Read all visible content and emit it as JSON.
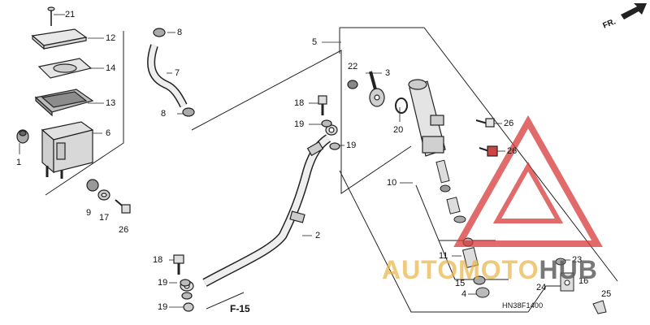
{
  "diagram": {
    "reference_code": "HN38F1400",
    "page_ref": "F-15",
    "direction_label": "FR.",
    "callouts": [
      {
        "id": "c21a",
        "text": "21"
      },
      {
        "id": "c12",
        "text": "12"
      },
      {
        "id": "c14",
        "text": "14"
      },
      {
        "id": "c13",
        "text": "13"
      },
      {
        "id": "c6",
        "text": "6"
      },
      {
        "id": "c1",
        "text": "1"
      },
      {
        "id": "c9",
        "text": "9"
      },
      {
        "id": "c17",
        "text": "17"
      },
      {
        "id": "c26a",
        "text": "26"
      },
      {
        "id": "c8a",
        "text": "8"
      },
      {
        "id": "c7",
        "text": "7"
      },
      {
        "id": "c8b",
        "text": "8"
      },
      {
        "id": "c5",
        "text": "5"
      },
      {
        "id": "c22",
        "text": "22"
      },
      {
        "id": "c3",
        "text": "3"
      },
      {
        "id": "c18a",
        "text": "18"
      },
      {
        "id": "c19a",
        "text": "19"
      },
      {
        "id": "c19b",
        "text": "19"
      },
      {
        "id": "c20",
        "text": "20"
      },
      {
        "id": "c26b",
        "text": "26"
      },
      {
        "id": "c26c",
        "text": "26"
      },
      {
        "id": "c10",
        "text": "10"
      },
      {
        "id": "c2",
        "text": "2"
      },
      {
        "id": "c18b",
        "text": "18"
      },
      {
        "id": "c19c",
        "text": "19"
      },
      {
        "id": "c19d",
        "text": "19"
      },
      {
        "id": "c11",
        "text": "11"
      },
      {
        "id": "c23",
        "text": "23"
      },
      {
        "id": "c15",
        "text": "15"
      },
      {
        "id": "c16",
        "text": "16"
      },
      {
        "id": "c24",
        "text": "24"
      },
      {
        "id": "c4",
        "text": "4"
      },
      {
        "id": "c25",
        "text": "25"
      }
    ]
  },
  "watermark": {
    "part1": "AUTO",
    "part2": "MOTO",
    "part3": "HUB",
    "color_primary": "#d83a3a",
    "color_accent": "#eab446",
    "color_dark": "#5a5a5a"
  }
}
